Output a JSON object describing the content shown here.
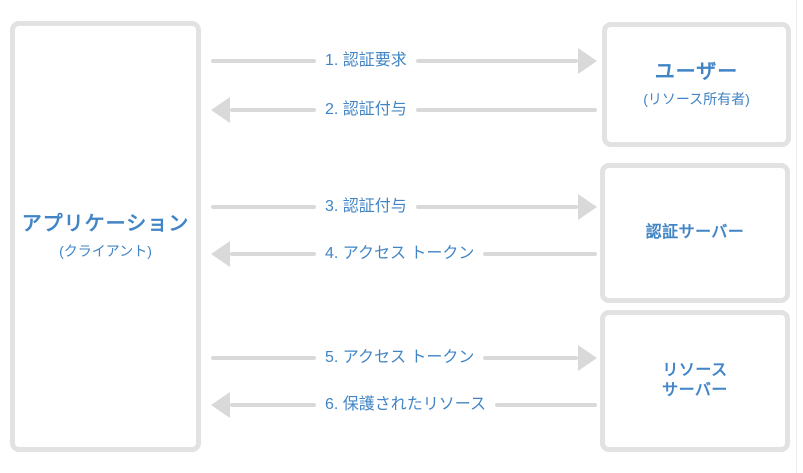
{
  "colors": {
    "accent_blue": "#4285C6",
    "arrow_gray": "#D9D9D9",
    "box_border_gray": "#E2E2E2"
  },
  "nodes": {
    "application": {
      "title": "アプリケーション",
      "subtitle": "(クライアント)"
    },
    "user": {
      "title": "ユーザー",
      "subtitle": "(リソース所有者)"
    },
    "auth_server": {
      "title": "認証サーバー"
    },
    "resource_server": {
      "title_line1": "リソース",
      "title_line2": "サーバー"
    }
  },
  "flows": [
    {
      "label": "1. 認証要求",
      "direction": "right"
    },
    {
      "label": "2. 認証付与",
      "direction": "left"
    },
    {
      "label": "3. 認証付与",
      "direction": "right"
    },
    {
      "label": "4. アクセス トークン",
      "direction": "left"
    },
    {
      "label": "5. アクセス トークン",
      "direction": "right"
    },
    {
      "label": "6. 保護されたリソース",
      "direction": "left"
    }
  ]
}
